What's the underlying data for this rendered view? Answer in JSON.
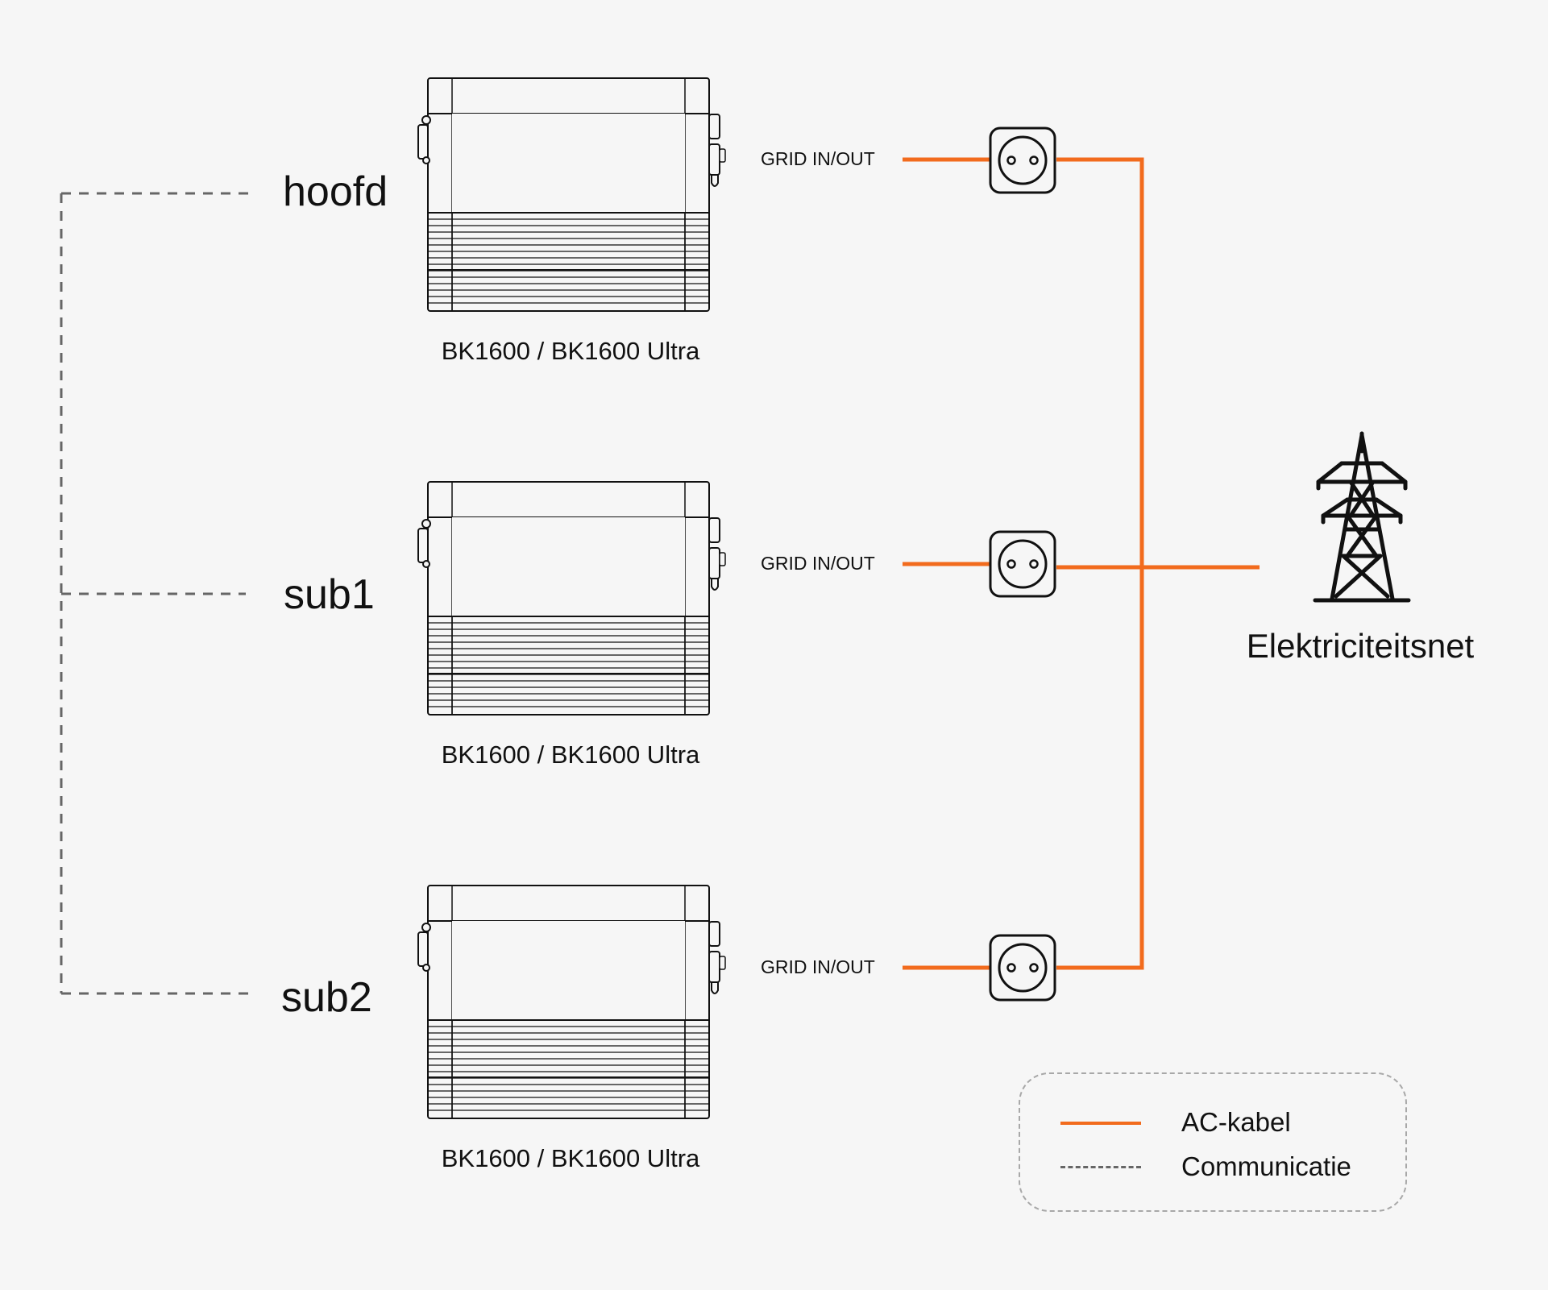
{
  "units": [
    {
      "role": "hoofd",
      "model": "BK1600 / BK1600 Ultra",
      "port": "GRID IN/OUT"
    },
    {
      "role": "sub1",
      "model": "BK1600 / BK1600 Ultra",
      "port": "GRID IN/OUT"
    },
    {
      "role": "sub2",
      "model": "BK1600 / BK1600 Ultra",
      "port": "GRID IN/OUT"
    }
  ],
  "grid": {
    "label": "Elektriciteitsnet",
    "icon": "power-pylon-icon"
  },
  "legend": {
    "items": [
      {
        "style": "solid",
        "label": "AC-kabel",
        "color": "#f26b1d"
      },
      {
        "style": "dashed",
        "label": "Communicatie",
        "color": "#666666"
      }
    ]
  },
  "colors": {
    "ac": "#f26b1d",
    "comm": "#666666",
    "background": "#f6f6f6"
  }
}
